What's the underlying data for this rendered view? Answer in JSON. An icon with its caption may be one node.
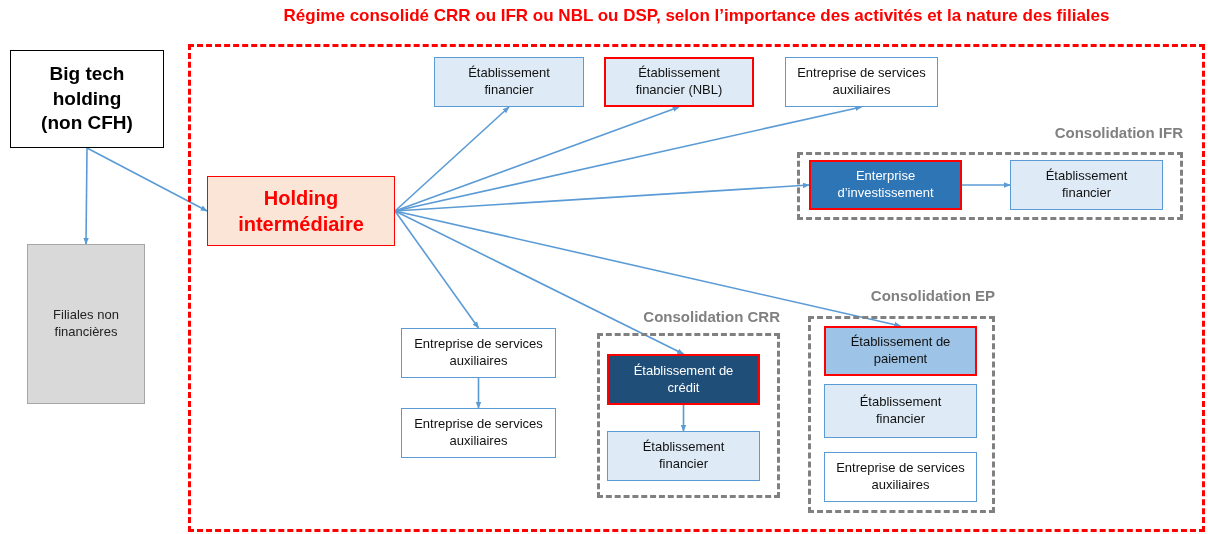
{
  "diagram": {
    "nodes": [
      {
        "text": [
          "Big tech holding (non CFH)"
        ]
      },
      {
        "text": [
          "Filiales non financières"
        ]
      },
      {
        "text": [
          "Régime consolidé CRR ou IFR ou NBL ou DSP, selon l’importance des activités et la nature des filiales"
        ]
      },
      {
        "text": [
          "Holding intermédiaire"
        ],
        "in": 2
      },
      {
        "text": [
          "Établissement financier"
        ],
        "in": 2
      },
      {
        "text": [
          "Établissement financier (NBL)"
        ],
        "in": 2
      },
      {
        "text": [
          "Entreprise de services auxiliaires"
        ],
        "in": 2
      },
      {
        "text": [
          "Consolidation IFR"
        ],
        "in": 2
      },
      {
        "text": [
          "Enterprise d’investissement"
        ],
        "in": 7
      },
      {
        "text": [
          "Établissement financier"
        ],
        "in": 7
      },
      {
        "text": [
          "Entreprise de services auxiliaires"
        ],
        "in": 2
      },
      {
        "text": [
          "Entreprise de services auxiliaires"
        ],
        "in": 2
      },
      {
        "text": [
          "Consolidation CRR"
        ],
        "in": 2
      },
      {
        "text": [
          "Établissement de crédit"
        ],
        "in": 12
      },
      {
        "text": [
          "Établissement financier"
        ],
        "in": 12
      },
      {
        "text": [
          "Consolidation EP"
        ],
        "in": 2
      },
      {
        "text": [
          "Établissement de paiement"
        ],
        "in": 15
      },
      {
        "text": [
          "Établissement financier"
        ],
        "in": 15
      },
      {
        "text": [
          "Entreprise de services auxiliaires"
        ],
        "in": 15
      }
    ],
    "edges": [
      {
        "from": 0,
        "to": 1,
        "arrow": "to"
      },
      {
        "from": 0,
        "to": 3,
        "arrow": "to"
      },
      {
        "from": 3,
        "to": 4,
        "arrow": "to"
      },
      {
        "from": 3,
        "to": 5,
        "arrow": "to"
      },
      {
        "from": 3,
        "to": 6,
        "arrow": "to"
      },
      {
        "from": 3,
        "to": 8,
        "arrow": "to"
      },
      {
        "from": 3,
        "to": 10,
        "arrow": "to"
      },
      {
        "from": 3,
        "to": 13,
        "arrow": "to"
      },
      {
        "from": 3,
        "to": 16,
        "arrow": "to"
      },
      {
        "from": 8,
        "to": 9,
        "arrow": "to"
      },
      {
        "from": 10,
        "to": 11,
        "arrow": "to"
      },
      {
        "from": 13,
        "to": 14,
        "arrow": "to"
      }
    ]
  }
}
